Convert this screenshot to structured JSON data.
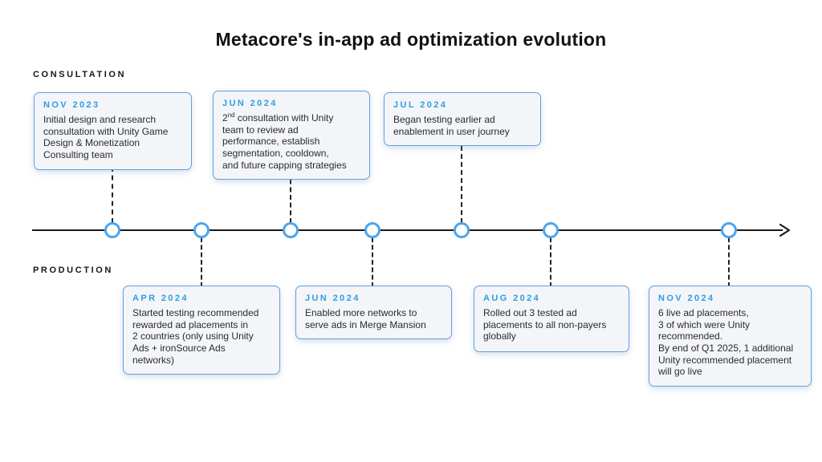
{
  "title": "Metacore's in-app ad optimization evolution",
  "lanes": {
    "top": "CONSULTATION",
    "bottom": "PRODUCTION"
  },
  "colors": {
    "accent_blue": "#2f9de4",
    "node_border_blue": "#4aa5ef",
    "card_border_blue": "#5fa0e0",
    "card_background": "#f4f5f8",
    "axis_black": "#1a1a1a"
  },
  "events": {
    "nov2023": {
      "date": "NOV 2023",
      "text": "Initial design and research\nconsultation with Unity Game\nDesign & Monetization\nConsulting team"
    },
    "jun2024c": {
      "date": "JUN 2024",
      "text_base": "2",
      "text_sup": "nd",
      "text_rest": " consultation with Unity\nteam to review ad\nperformance, establish\nsegmentation, cooldown,\nand future capping strategies"
    },
    "jul2024": {
      "date": "JUL 2024",
      "text": "Began testing earlier ad\nenablement in user journey"
    },
    "apr2024": {
      "date": "APR 2024",
      "text": "Started testing recommended\nrewarded ad placements in\n2 countries (only using Unity\nAds + ironSource Ads\nnetworks)"
    },
    "jun2024p": {
      "date": "JUN 2024",
      "text": "Enabled more networks to\nserve ads in Merge Mansion"
    },
    "aug2024": {
      "date": "AUG 2024",
      "text": "Rolled out 3 tested ad\nplacements to all non-payers\nglobally"
    },
    "nov2024": {
      "date": "NOV 2024",
      "text": "6 live ad placements,\n3 of which were Unity\nrecommended.\nBy end of Q1 2025, 1 additional\nUnity recommended placement\nwill go live"
    }
  }
}
